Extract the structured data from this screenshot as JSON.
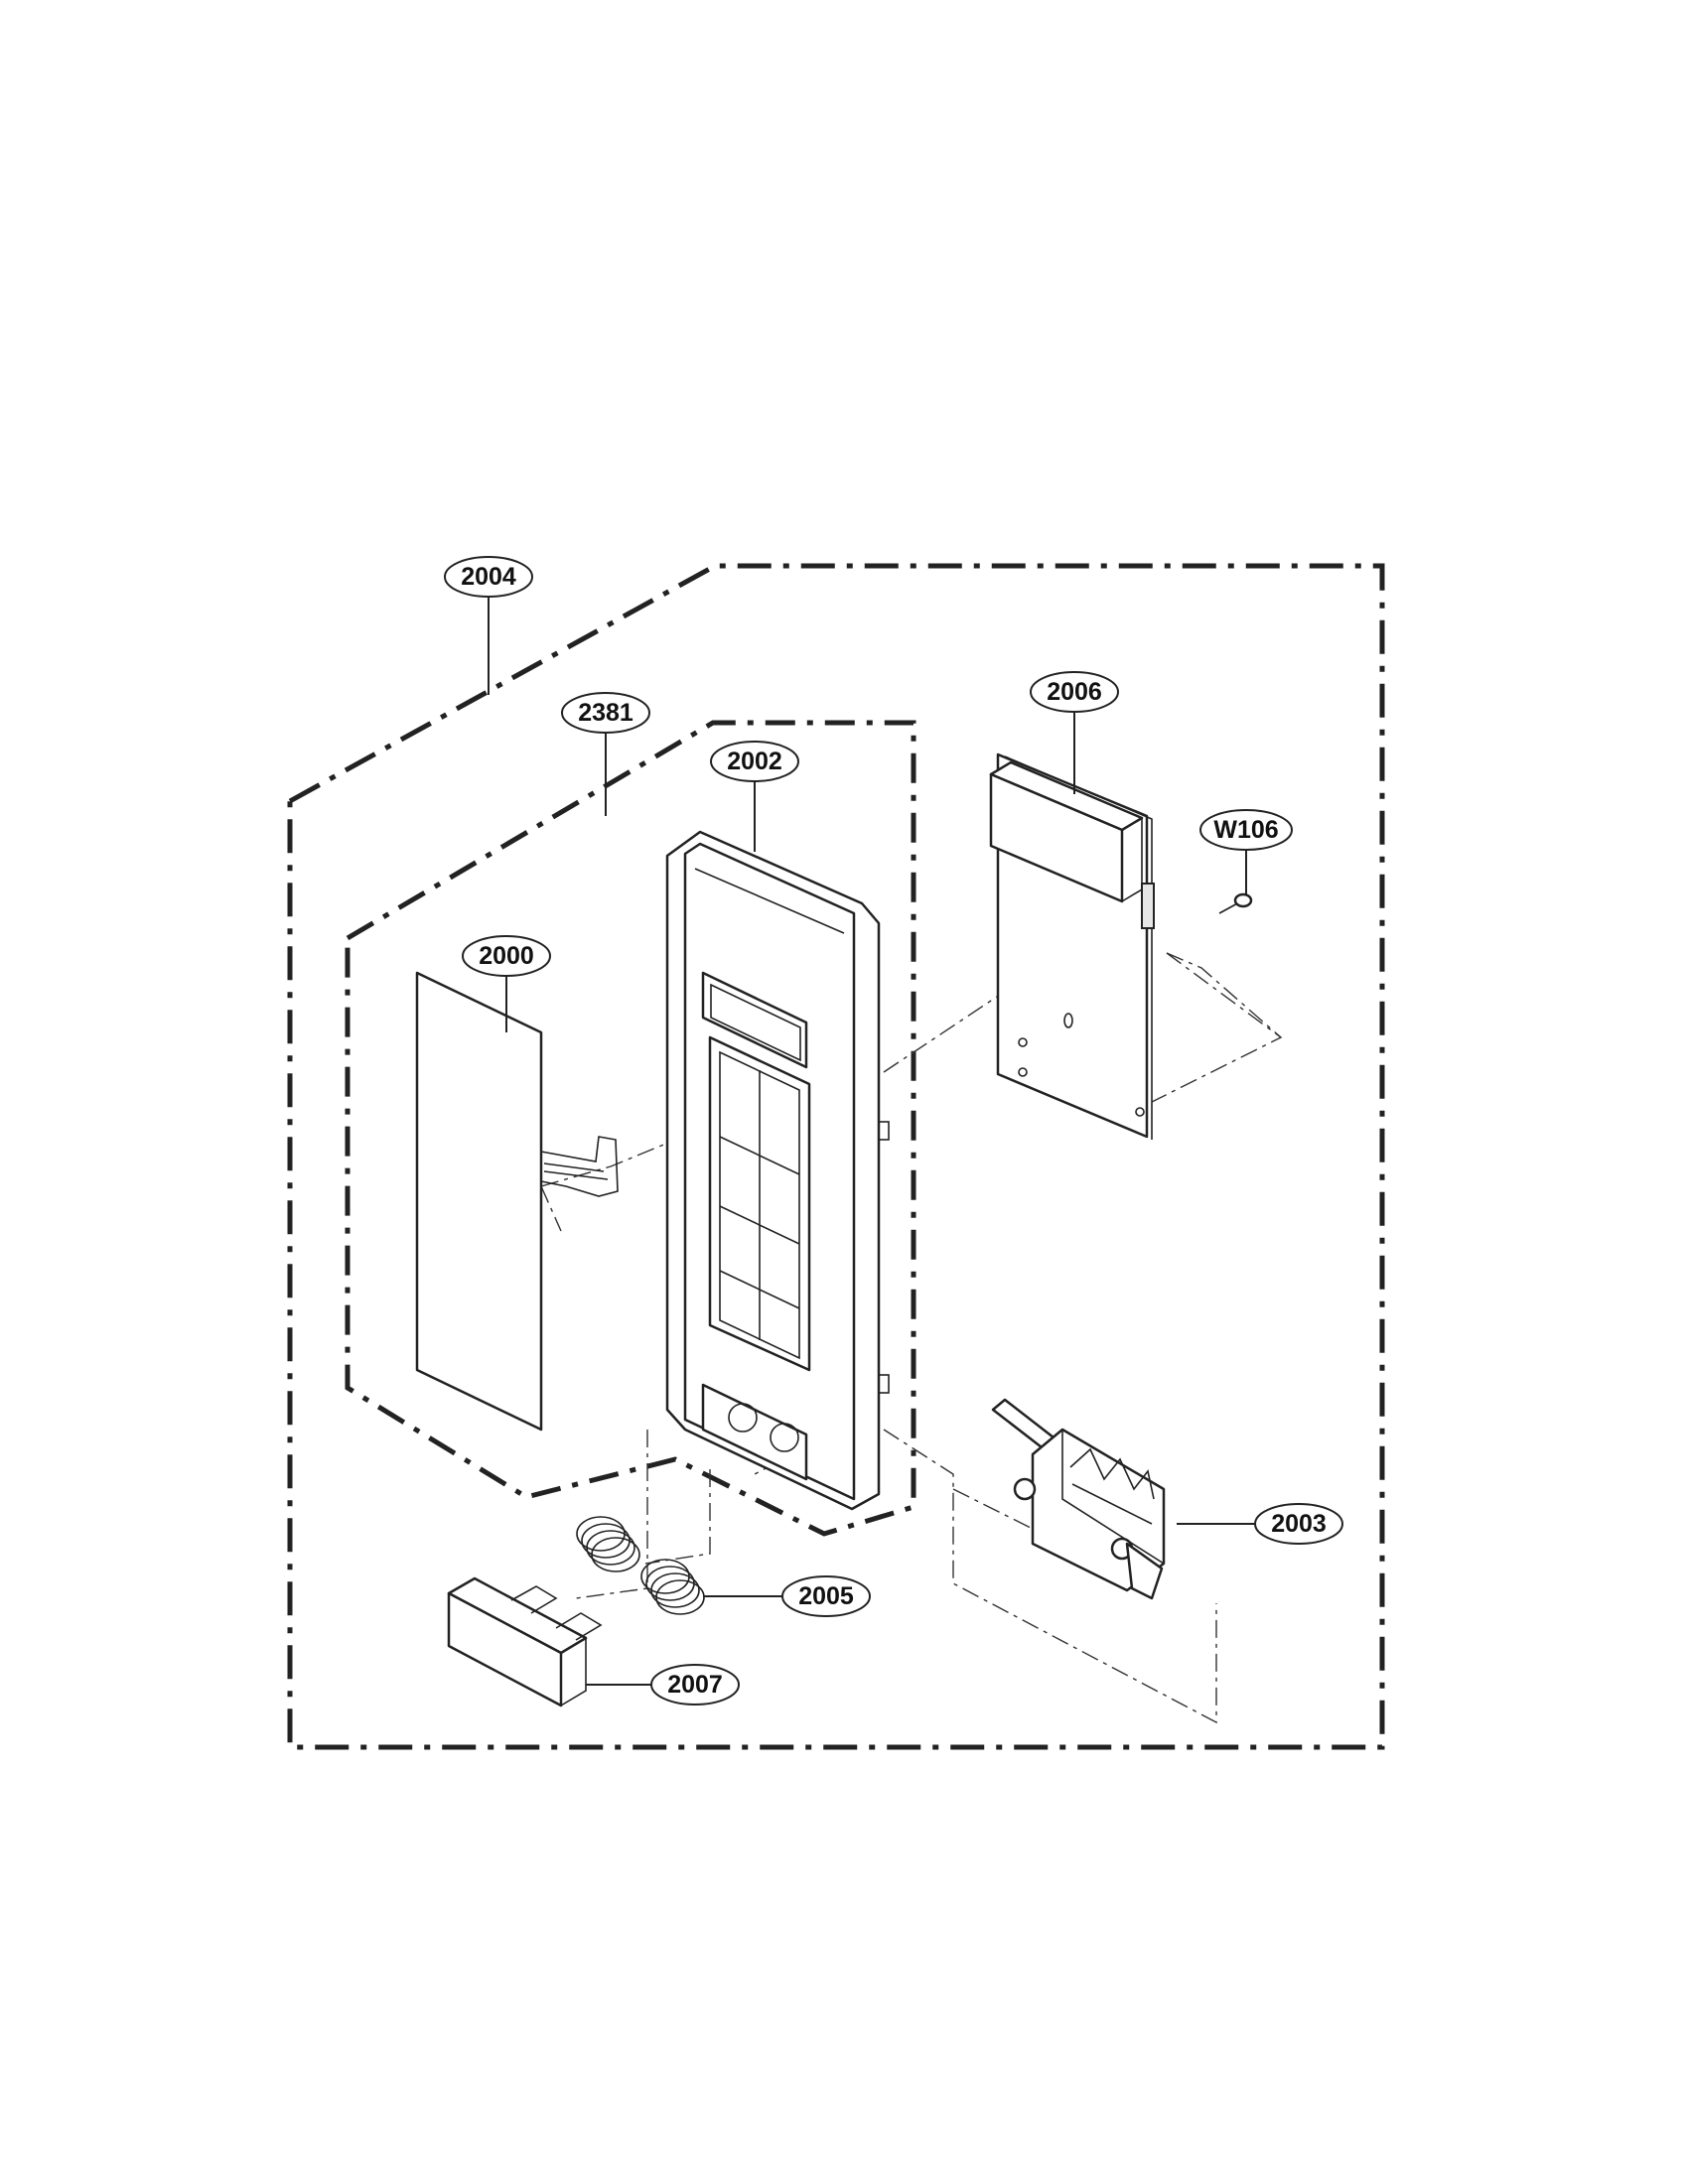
{
  "diagram": {
    "callouts": [
      {
        "id": "2004",
        "label": "2004"
      },
      {
        "id": "2381",
        "label": "2381"
      },
      {
        "id": "2002",
        "label": "2002"
      },
      {
        "id": "2006",
        "label": "2006"
      },
      {
        "id": "W106",
        "label": "W106"
      },
      {
        "id": "2000",
        "label": "2000"
      },
      {
        "id": "2003",
        "label": "2003"
      },
      {
        "id": "2005",
        "label": "2005"
      },
      {
        "id": "2007",
        "label": "2007"
      }
    ],
    "colors": {
      "line": "#222222",
      "background": "#ffffff",
      "shade": "#e6e6e6"
    }
  }
}
